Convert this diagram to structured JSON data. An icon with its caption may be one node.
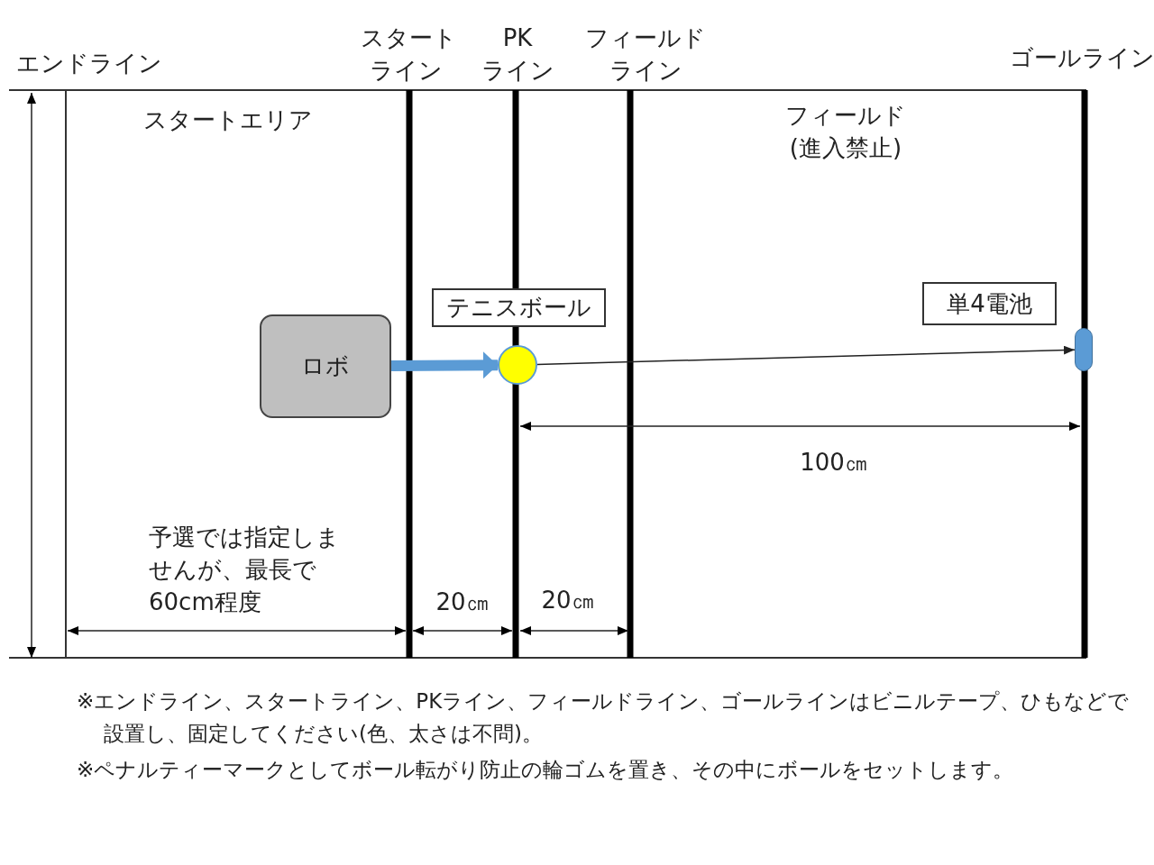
{
  "diagram": {
    "nodes": [
      {
        "text": [
          "ロボ"
        ]
      },
      {
        "text": [],
        "shape": "circle"
      },
      {
        "text": [],
        "shape": "cylinder"
      },
      {
        "text": [
          "テニスボール"
        ]
      },
      {
        "text": [
          "単4電池"
        ]
      }
    ],
    "edges": [
      {
        "from": 0,
        "to": 1,
        "arrow": "to",
        "style": "thick",
        "color": "#5b9bd5"
      },
      {
        "from": 1,
        "to": 2,
        "arrow": "to",
        "color": "#222222"
      }
    ],
    "labels": [
      "エンドライン",
      "スタートライン",
      "PKライン",
      "フィールドライン",
      "ゴールライン",
      "スタートエリア",
      "フィールド(進入禁止)",
      "100㎝",
      "予選では指定しませんが、最長で60cm程度",
      "20㎝",
      "20㎝",
      "※エンドライン、スタートライン、PKライン、フィールドライン、ゴールラインはビニルテープ、ひもなどで設置し、固定してください(色、太さは不問)。",
      "※ペナルティーマークとしてボール転がり防止の輪ゴムを置き、その中にボールをセットします。"
    ]
  }
}
